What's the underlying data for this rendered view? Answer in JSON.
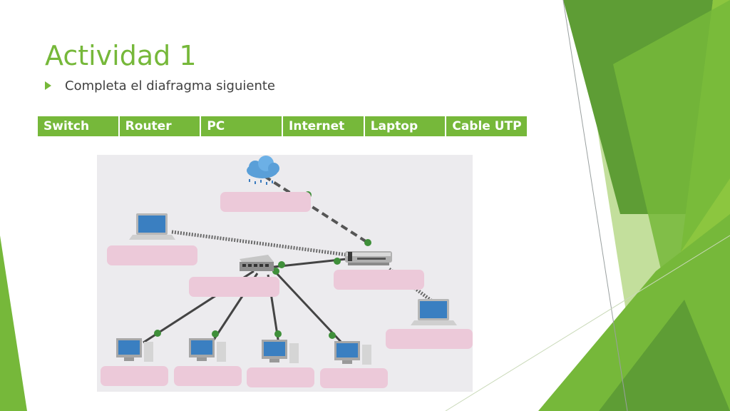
{
  "slide": {
    "title": "Actividad 1",
    "bullet": "Completa el diafragma siguiente"
  },
  "table": {
    "cells": [
      "Switch",
      "Router",
      "PC",
      "Internet",
      "Laptop",
      "Cable UTP"
    ]
  },
  "diagram": {
    "devices": [
      "cloud-icon",
      "laptop-icon",
      "switch-icon",
      "router-icon",
      "laptop-icon",
      "desktop-pc-icon",
      "desktop-pc-icon",
      "desktop-pc-icon",
      "desktop-pc-icon"
    ],
    "answer_boxes": 9
  },
  "colors": {
    "accent": "#76b83a",
    "dark_green": "#4e8f2a",
    "light_green": "#c3df9c",
    "box_fill": "#ecc9d9",
    "node": "#3f8f3a"
  }
}
